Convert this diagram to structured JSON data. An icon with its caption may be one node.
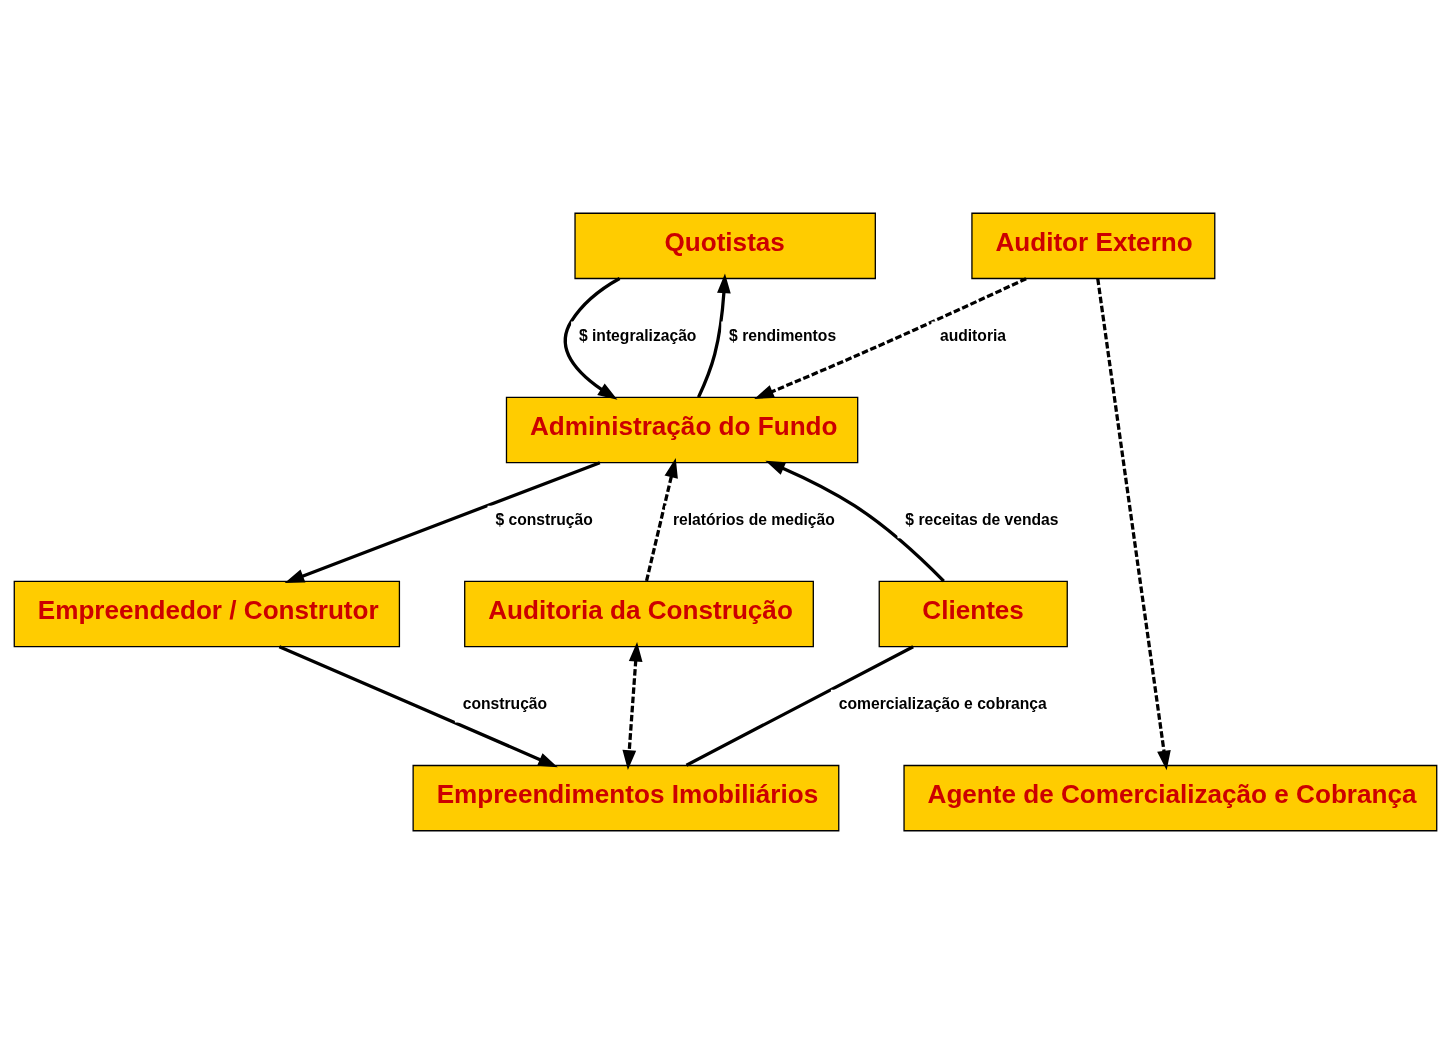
{
  "diagram": {
    "nodes": [
      {
        "text": [
          "Quotistas"
        ]
      },
      {
        "text": [
          "Auditor Externo"
        ]
      },
      {
        "text": [
          "Administração do Fundo"
        ]
      },
      {
        "text": [
          "Empreendedor / Construtor"
        ]
      },
      {
        "text": [
          "Auditoria da Construção"
        ]
      },
      {
        "text": [
          "Clientes"
        ]
      },
      {
        "text": [
          "Empreendimentos Imobiliários"
        ]
      },
      {
        "text": [
          "Agente de Comercialização e Cobrança"
        ]
      }
    ],
    "edges": [
      {
        "from": 0,
        "to": 2,
        "arrow": "to",
        "label": "$ integralização"
      },
      {
        "from": 2,
        "to": 0,
        "arrow": "to",
        "label": "$ rendimentos"
      },
      {
        "from": 2,
        "to": 3,
        "arrow": "to",
        "label": "$ construção"
      },
      {
        "from": 4,
        "to": 2,
        "arrow": "to",
        "label": "relatórios de medição",
        "style": "dashed"
      },
      {
        "from": 5,
        "to": 2,
        "arrow": "to",
        "label": "$ receitas de vendas"
      },
      {
        "from": 1,
        "to": 2,
        "arrow": "to",
        "label": "auditoria",
        "style": "dashed"
      },
      {
        "from": 1,
        "to": 7,
        "arrow": "to",
        "style": "dashed"
      },
      {
        "from": 4,
        "to": 6,
        "arrow": "both",
        "style": "dashed"
      },
      {
        "from": 3,
        "to": 6,
        "arrow": "to",
        "label": "construção"
      },
      {
        "from": 6,
        "to": 5,
        "arrow": "none",
        "label": "comercialização e cobrança"
      }
    ]
  }
}
